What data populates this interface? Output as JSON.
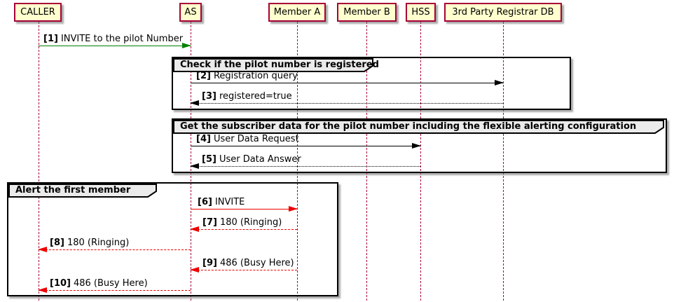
{
  "diagram": {
    "type": "uml-sequence-diagram",
    "description": "Flexible alerting call flow: caller INVITEs pilot number, AS checks registration, fetches subscriber data from HSS, then alerts first member who is busy"
  },
  "colors": {
    "background": "#FFFFFF",
    "participant_fill": "#FEFECE",
    "participant_border": "#A80036",
    "lifeline": "#A80036",
    "group_border": "#000000",
    "group_header_fill": "#EBEBEB",
    "arrow_green": "#008000",
    "arrow_red": "#EE0000",
    "arrow_black": "#000000"
  },
  "participants": [
    {
      "name": "CALLER"
    },
    {
      "name": "AS"
    },
    {
      "name": "Member A"
    },
    {
      "name": "Member B"
    },
    {
      "name": "HSS"
    },
    {
      "name": "3rd Party Registrar DB"
    }
  ],
  "groups": [
    {
      "label": "Check if the pilot number is registered"
    },
    {
      "label": "Get the subscriber data for the pilot number including the flexible alerting configuration"
    },
    {
      "label": "Alert the first member"
    }
  ],
  "messages": [
    {
      "seq": "[1]",
      "text": "INVITE to the pilot Number",
      "from": "CALLER",
      "to": "AS",
      "color": "#008000",
      "line": "solid"
    },
    {
      "seq": "[2]",
      "text": "Registration query",
      "from": "AS",
      "to": "3rd Party Registrar DB",
      "color": "#000000",
      "line": "solid"
    },
    {
      "seq": "[3]",
      "text": "registered=true",
      "from": "3rd Party Registrar DB",
      "to": "AS",
      "color": "#000000",
      "line": "dotted"
    },
    {
      "seq": "[4]",
      "text": "User Data Request",
      "from": "AS",
      "to": "HSS",
      "color": "#000000",
      "line": "solid"
    },
    {
      "seq": "[5]",
      "text": "User Data Answer",
      "from": "HSS",
      "to": "AS",
      "color": "#000000",
      "line": "dotted"
    },
    {
      "seq": "[6]",
      "text": "INVITE",
      "from": "AS",
      "to": "Member A",
      "color": "#EE0000",
      "line": "solid"
    },
    {
      "seq": "[7]",
      "text": "180 (Ringing)",
      "from": "Member A",
      "to": "AS",
      "color": "#EE0000",
      "line": "dashed"
    },
    {
      "seq": "[8]",
      "text": "180 (Ringing)",
      "from": "AS",
      "to": "CALLER",
      "color": "#EE0000",
      "line": "dashed"
    },
    {
      "seq": "[9]",
      "text": "486 (Busy Here)",
      "from": "Member A",
      "to": "AS",
      "color": "#EE0000",
      "line": "dashed"
    },
    {
      "seq": "[10]",
      "text": "486 (Busy Here)",
      "from": "AS",
      "to": "CALLER",
      "color": "#EE0000",
      "line": "dashed"
    }
  ]
}
